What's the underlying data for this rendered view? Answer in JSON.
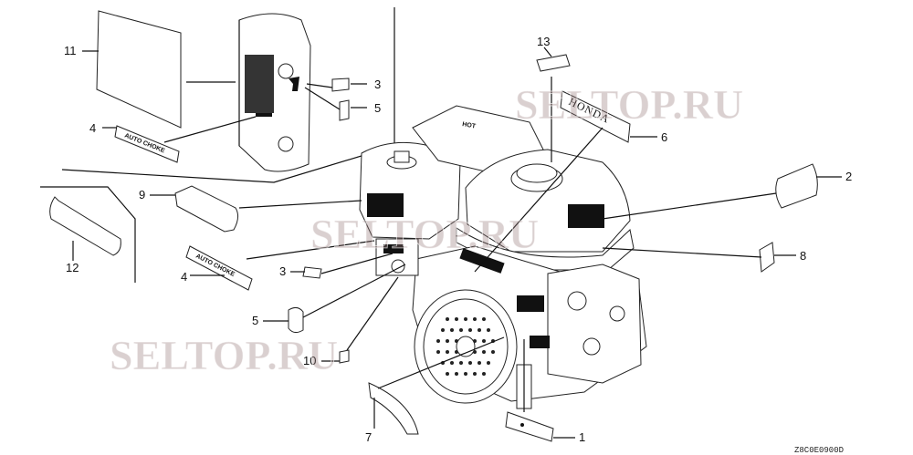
{
  "callouts": {
    "n1": "1",
    "n2": "2",
    "n3a": "3",
    "n3b": "3",
    "n4a": "4",
    "n4b": "4",
    "n5a": "5",
    "n5b": "5",
    "n6": "6",
    "n7": "7",
    "n8": "8",
    "n9": "9",
    "n10": "10",
    "n11": "11",
    "n12": "12",
    "n13": "13"
  },
  "labels": {
    "honda_brand": "HONDA",
    "auto_choke_1": "AUTO CHOKE",
    "auto_choke_2": "AUTO CHOKE",
    "hot": "HOT"
  },
  "watermark": {
    "text1": "SELTOP.RU",
    "text2": "SELTOP.RU",
    "text3": "SELTOP.RU"
  },
  "diagram_code": "Z8C0E0900D",
  "icons": [
    "engine-drawing",
    "label-sticker",
    "air-cleaner-cover"
  ]
}
